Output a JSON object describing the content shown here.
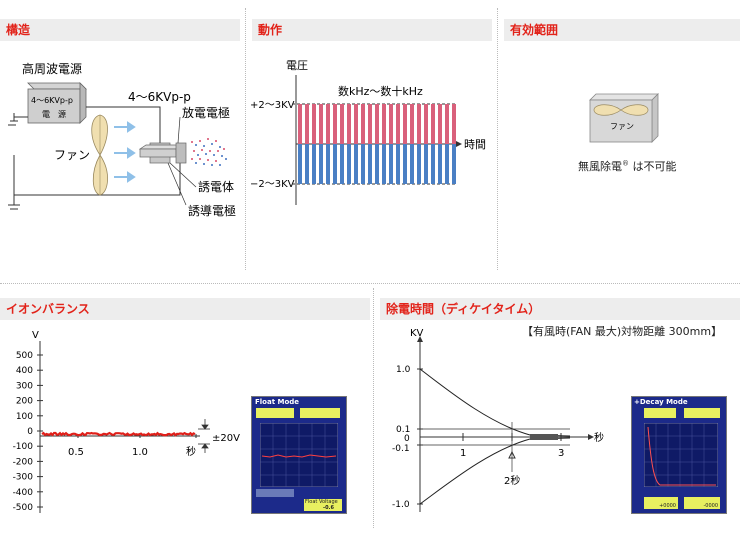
{
  "sections": {
    "structure": {
      "title": "構造",
      "power_label": "高周波電源",
      "box_voltage": "4〜6KVp-p",
      "box_name": "電　源",
      "wire_voltage": "4〜6KVp-p",
      "fan": "ファン",
      "discharge_electrode": "放電電極",
      "dielectric": "誘電体",
      "induction_electrode": "誘導電極"
    },
    "operation": {
      "title": "動作",
      "ylabel": "電圧",
      "freq": "数kHz〜数十kHz",
      "pos_level": "+2〜3KV",
      "neg_level": "−2〜3KV",
      "xlabel": "時間"
    },
    "range": {
      "title": "有効範囲",
      "fan": "ファン",
      "caption": "無風除電",
      "mark": "®",
      "caption_tail": "は不可能"
    },
    "balance": {
      "title": "イオンバランス",
      "ylabel": "V",
      "yticks": [
        "500",
        "400",
        "300",
        "200",
        "100",
        "0",
        "-100",
        "-200",
        "-300",
        "-400",
        "-500"
      ],
      "xticks": [
        "0.5",
        "1.0",
        "秒"
      ],
      "band": "±20V",
      "screen": {
        "mode": "Float Mode",
        "bottom_left": "Float Voltage",
        "bottom_right": "-0.6"
      }
    },
    "decay": {
      "title": "除電時間（ディケイタイム）",
      "note": "【有風時(FAN 最大)対物距離 300mm】",
      "ylabel": "KV",
      "yticks": [
        "1.0",
        "0.1",
        "0",
        "-0.1",
        "-1.0"
      ],
      "xticks": [
        "1",
        "2",
        "3"
      ],
      "xunit": "秒",
      "marker": "2秒",
      "screen": {
        "mode": "+Decay Mode",
        "plus": "+0000",
        "minus": "-0000"
      }
    }
  },
  "colors": {
    "accent": "#e2231a",
    "pulse_pos": "#d9607b",
    "pulse_neg": "#4a7fc4",
    "balance_line": "#e0201a",
    "screen_bg": "#1c2a8a",
    "screen_panel": "#e8f060"
  }
}
